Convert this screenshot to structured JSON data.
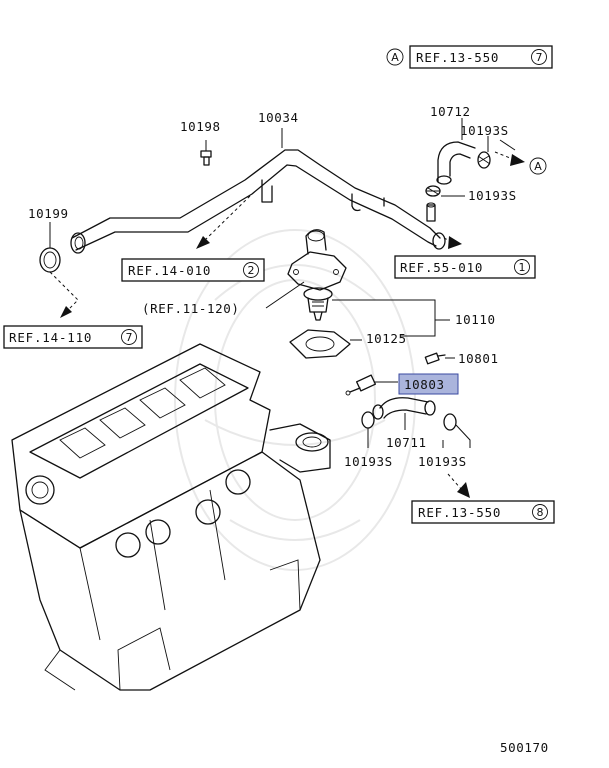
{
  "refs": {
    "top_right": {
      "text": "REF.13-550",
      "circle": "7",
      "marker": "A"
    },
    "ref_14_010": {
      "text": "REF.14-010",
      "circle": "2"
    },
    "ref_55_010": {
      "text": "REF.55-010",
      "circle": "1"
    },
    "ref_14_110": {
      "text": "REF.14-110",
      "circle": "7"
    },
    "ref_11_120": {
      "text": "(REF.11-120)"
    },
    "ref_bottom": {
      "text": "REF.13-550",
      "circle": "8"
    },
    "arrow_marker": "A"
  },
  "parts": {
    "p10198": "10198",
    "p10034": "10034",
    "p10199": "10199",
    "p10712": "10712",
    "p10193s_a": "10193S",
    "p10193s_b": "10193S",
    "p10110": "10110",
    "p10125": "10125",
    "p10801": "10801",
    "p10803": "10803",
    "p10711": "10711",
    "p10193s_c": "10193S",
    "p10193s_d": "10193S"
  },
  "highlight_color": "#aab4dc",
  "diagram_number": "500170"
}
